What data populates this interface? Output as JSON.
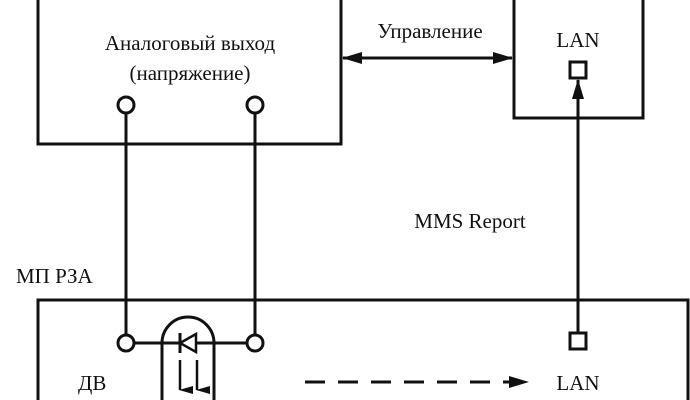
{
  "diagram": {
    "analog_block": {
      "title_line1": "Аналоговый выход",
      "title_line2": "(напряжение)"
    },
    "control_link": {
      "label": "Управление",
      "direction": "bidirectional"
    },
    "lan_block_top": {
      "label": "LAN"
    },
    "mms_link": {
      "label": "MMS Report",
      "direction": "up"
    },
    "relay_block": {
      "name_label": "МП РЗА",
      "input_label": "ДВ",
      "lan_label": "LAN"
    },
    "internal_flow": {
      "style": "dashed",
      "direction": "right"
    },
    "colors": {
      "stroke": "#111111",
      "background": "#ffffff"
    }
  }
}
